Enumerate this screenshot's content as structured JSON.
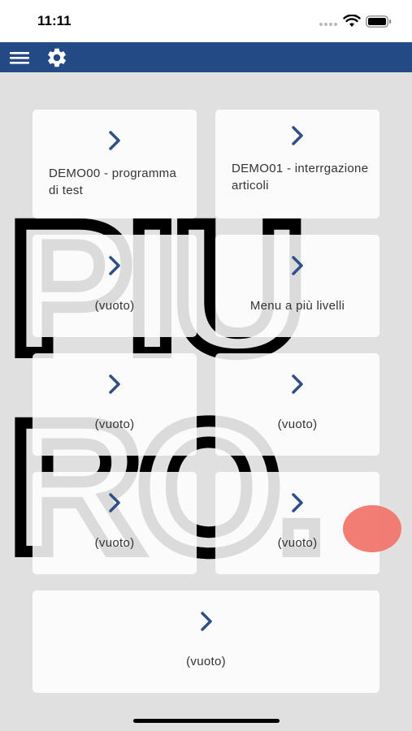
{
  "status": {
    "time": "11:11"
  },
  "icons": {
    "menu": "menu-icon",
    "settings": "gear-icon",
    "chevron": "chevron-right-icon"
  },
  "colors": {
    "app_bar": "#234a85",
    "chevron": "#2f4f86",
    "accent_dot": "#f1766e"
  },
  "watermark": {
    "line1": "PIU",
    "line2": "RO."
  },
  "tiles": [
    {
      "label": "DEMO00 - programma di test"
    },
    {
      "label": "DEMO01 - interrgazione articoli"
    },
    {
      "label": "(vuoto)"
    },
    {
      "label": "Menu a più livelli"
    },
    {
      "label": "(vuoto)"
    },
    {
      "label": "(vuoto)"
    },
    {
      "label": "(vuoto)"
    },
    {
      "label": "(vuoto)"
    },
    {
      "label": "(vuoto)"
    }
  ]
}
